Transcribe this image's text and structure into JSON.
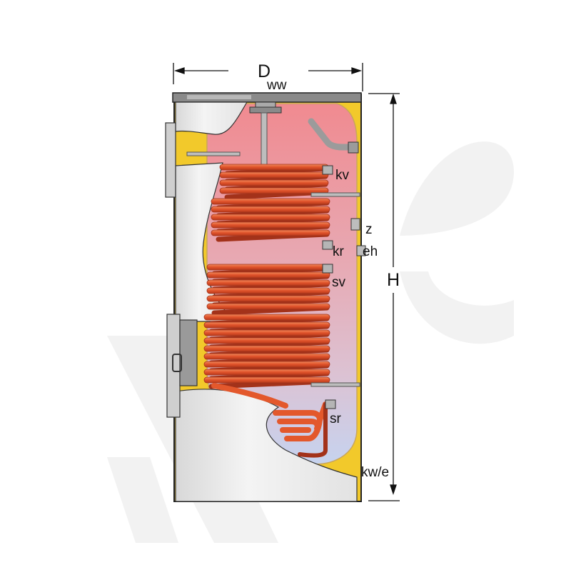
{
  "dimensions": {
    "diameter": "D",
    "height": "H"
  },
  "connections": {
    "ww": "ww",
    "kv": "kv",
    "z": "z",
    "kr": "kr",
    "eh": "eh",
    "sv": "sv",
    "sr": "sr",
    "kw_e": "kw/e"
  },
  "colors": {
    "insulation": "#f2c92b",
    "tank_top": "#f08d93",
    "tank_bottom": "#c9d4ee",
    "coil": "#e3582c",
    "coil_dark": "#a3321a",
    "casing": "#e6e6e6",
    "watermark": "#f1f1f1"
  }
}
